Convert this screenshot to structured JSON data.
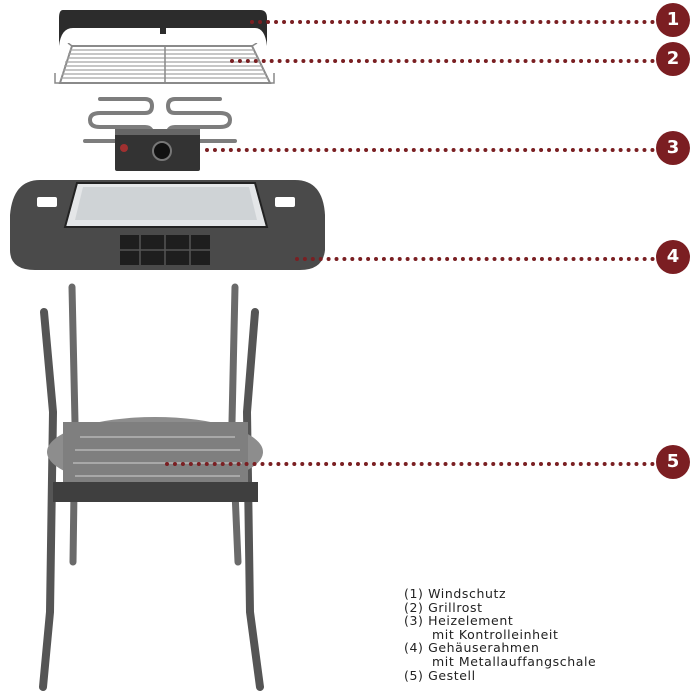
{
  "diagram": {
    "type": "exploded-product-view",
    "accent_color": "#7b1e22",
    "parts": [
      {
        "number": "1",
        "label": "(1) Windschutz",
        "label_cont": ""
      },
      {
        "number": "2",
        "label": "(2) Grillrost",
        "label_cont": ""
      },
      {
        "number": "3",
        "label": "(3) Heizelement",
        "label_cont": "mit Kontrolleinheit"
      },
      {
        "number": "4",
        "label": "(4) Gehäuserahmen",
        "label_cont": "mit Metallauffangschale"
      },
      {
        "number": "5",
        "label": "(5) Gestell",
        "label_cont": ""
      }
    ],
    "illustrations": [
      "wind-shield",
      "grill-grate",
      "heating-element-with-control-unit",
      "housing-frame-with-drip-tray",
      "stand"
    ]
  }
}
